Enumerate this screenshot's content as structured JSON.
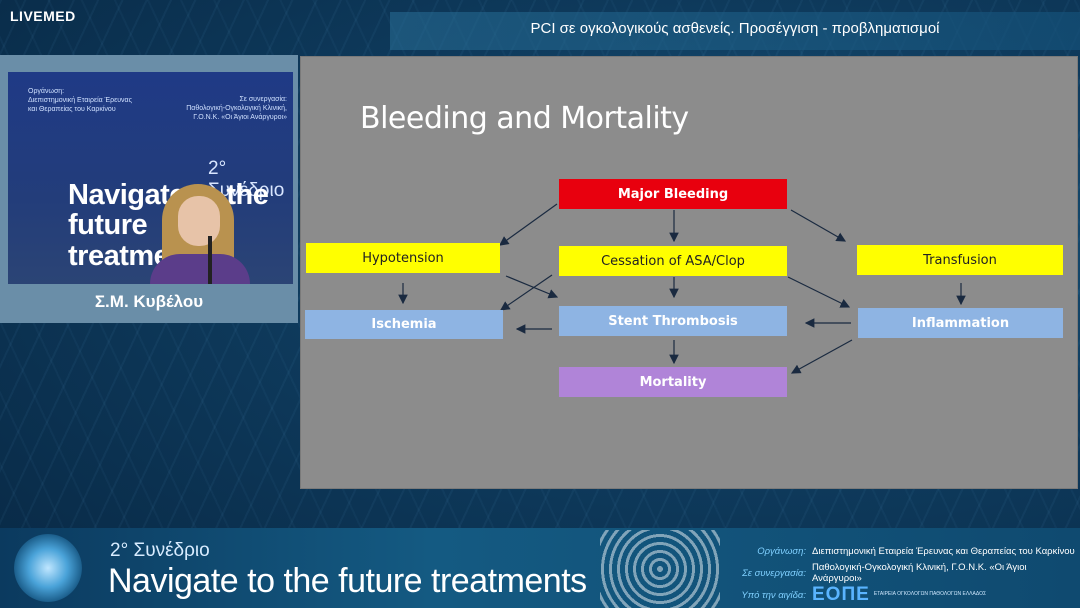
{
  "app": {
    "logo": "LIVEMED"
  },
  "session": {
    "title": "PCI σε ογκολογικούς ασθενείς. Προσέγγιση - προβληματισμοί"
  },
  "speaker": {
    "name": "Σ.Μ. Κυβέλου",
    "video": {
      "org_label": "Οργάνωση:",
      "org_name_1": "Διεπιστημονική Εταιρεία Έρευνας",
      "org_name_2": "και Θεραπείας του Καρκίνου",
      "collab_label": "Σε συνεργασία:",
      "collab_1": "Παθολογική-Ογκολογική Κλινική,",
      "collab_2": "Γ.Ο.Ν.Κ. «Οι Άγιοι Ανάργυροι»",
      "edition": "2° Συνέδριο",
      "big_1": "Navigate to the",
      "big_2": "future treatments"
    }
  },
  "slide": {
    "title": "Bleeding and Mortality",
    "nodes": {
      "major_bleeding": "Major Bleeding",
      "hypotension": "Hypotension",
      "cessation": "Cessation of ASA/Clop",
      "transfusion": "Transfusion",
      "ischemia": "Ischemia",
      "stent_thrombosis": "Stent Thrombosis",
      "inflammation": "Inflammation",
      "mortality": "Mortality"
    },
    "colors": {
      "red": "#e8000e",
      "yellow": "#ffff00",
      "blue": "#8eb4e3",
      "purple": "#b084d8",
      "slide_bg": "#8c8c8c"
    }
  },
  "banner": {
    "edition": "2° Συνέδριο",
    "title": "Navigate to the future treatments",
    "credits": [
      {
        "label": "Οργάνωση:",
        "value": "Διεπιστημονική Εταιρεία Έρευνας και Θεραπείας του Καρκίνου"
      },
      {
        "label": "Σε συνεργασία:",
        "value": "Παθολογική-Ογκολογική Κλινική, Γ.Ο.Ν.Κ. «Οι Άγιοι Ανάργυροι»"
      },
      {
        "label": "Υπό την αιγίδα:",
        "value": "ΕΟΠΕ"
      }
    ],
    "eope_sub": "ΕΤΑΙΡΕΙΑ ΟΓΚΟΛΟΓΩΝ ΠΑΘΟΛΟΓΩΝ ΕΛΛΑΔΟΣ"
  }
}
